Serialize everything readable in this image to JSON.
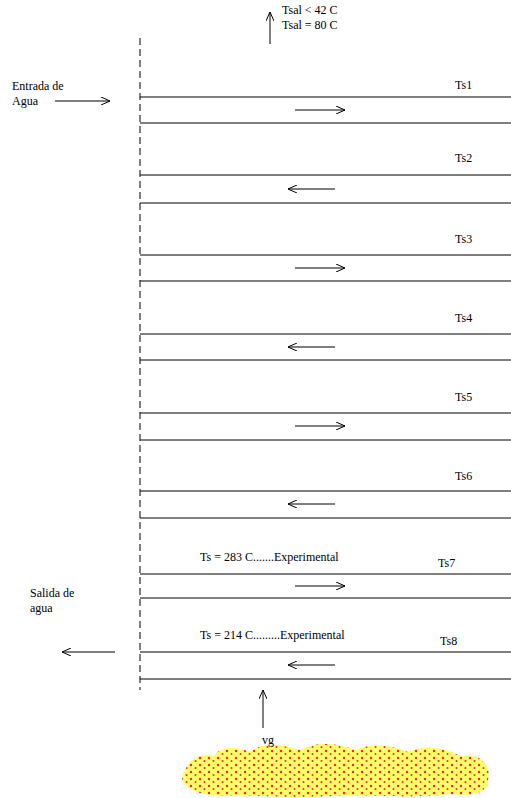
{
  "diagram": {
    "labels": [
      "Tsal < 42 C",
      "Tsal = 80 C",
      "Entrada de Agua",
      "Ts1",
      "Ts2",
      "Ts3",
      "Ts4",
      "Ts5",
      "Ts6",
      "Ts = 283 C.......Experimental",
      "Ts7",
      "Ts = 214 C.........Experimental",
      "Ts8",
      "Salida de agua",
      "vg"
    ]
  }
}
